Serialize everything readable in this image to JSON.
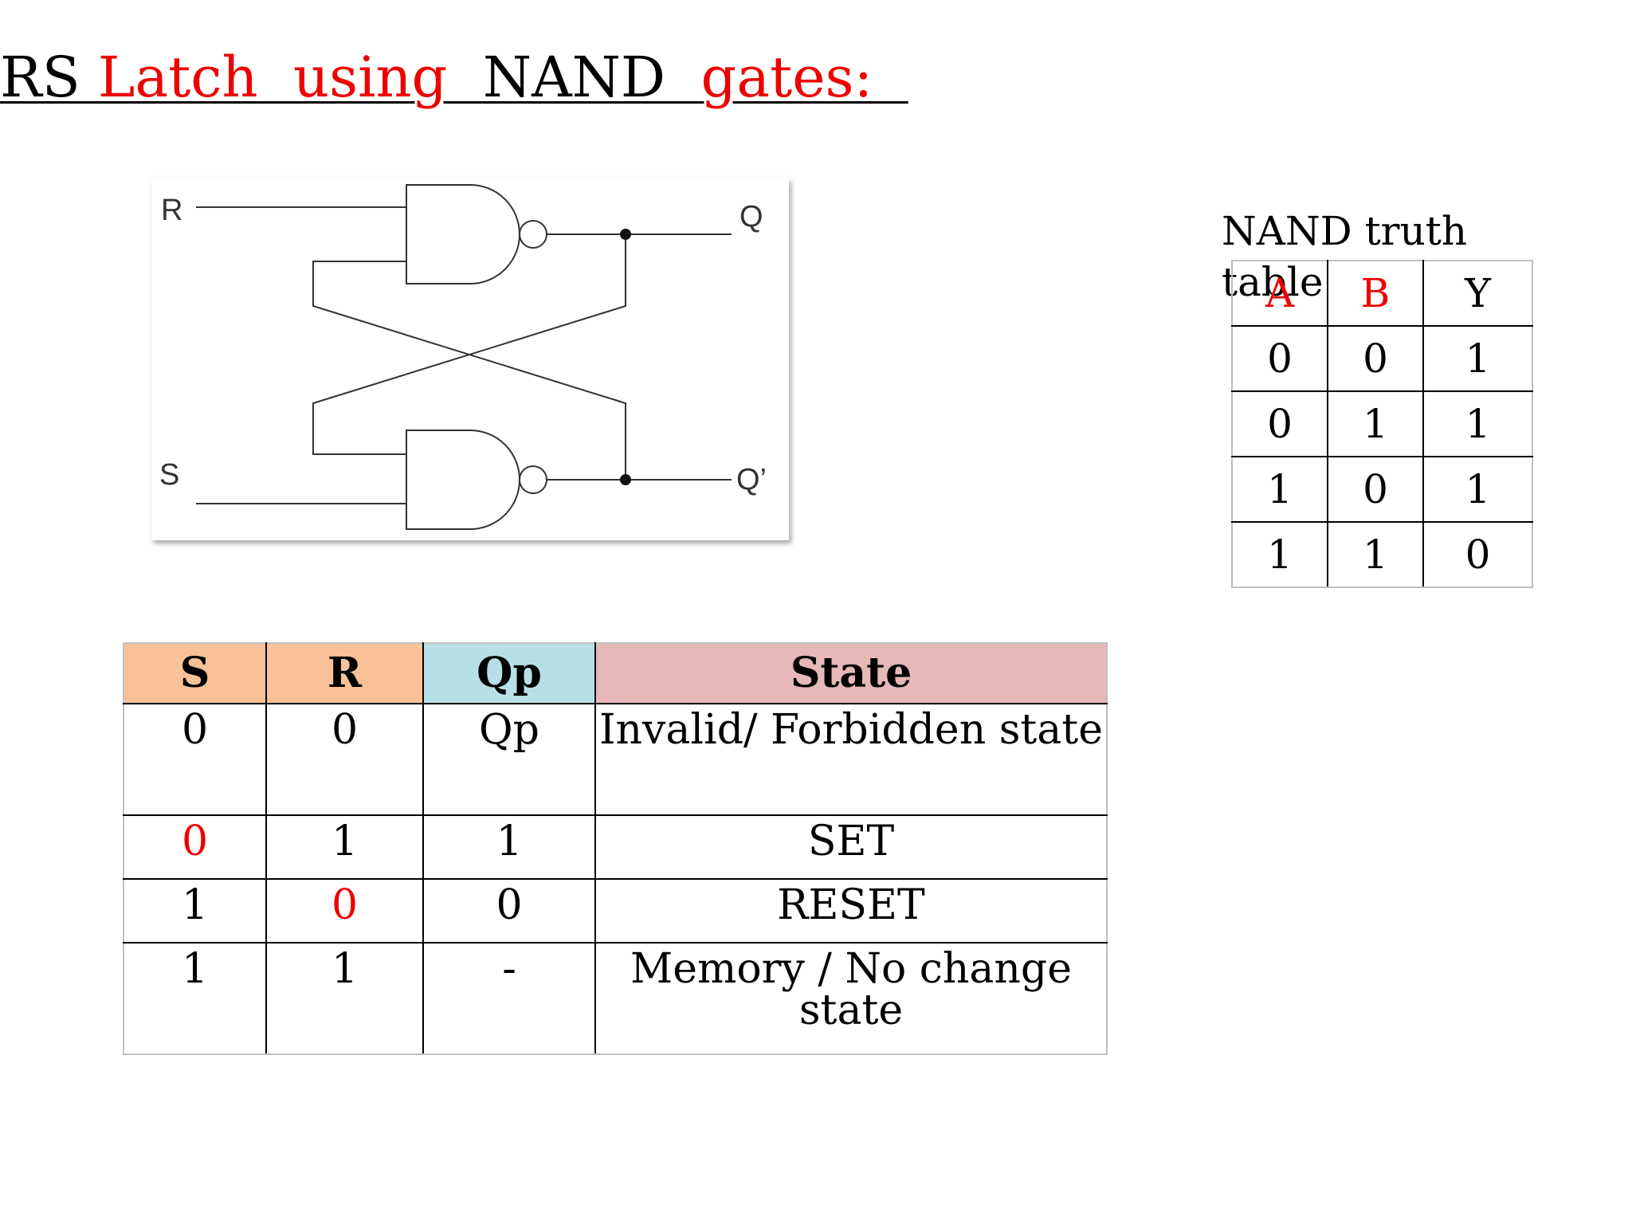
{
  "title": {
    "part1": "RS",
    "part2": " Latch  using  ",
    "part3": "NAND",
    "part4": "  gates:  "
  },
  "circuit": {
    "label_r": "R",
    "label_s": "S",
    "label_q": "Q",
    "label_q_prime": "Q’"
  },
  "nand_table": {
    "caption": "NAND truth table",
    "headers": [
      "A",
      "B",
      "Y"
    ],
    "rows": [
      [
        "0",
        "0",
        "1"
      ],
      [
        "0",
        "1",
        "1"
      ],
      [
        "1",
        "0",
        "1"
      ],
      [
        "1",
        "1",
        "0"
      ]
    ]
  },
  "rs_table": {
    "headers": [
      "S",
      "R",
      "Qp",
      "State"
    ],
    "rows": [
      [
        "0",
        "0",
        "Qp",
        "Invalid/ Forbidden state"
      ],
      [
        "0",
        "1",
        "1",
        "SET"
      ],
      [
        "1",
        "0",
        "0",
        "RESET"
      ],
      [
        "1",
        "1",
        "-",
        "Memory / No change state"
      ]
    ]
  },
  "colors": {
    "accent_red": "#ee0000",
    "header_orange": "#f8c197",
    "header_blue": "#b7dfe6",
    "header_pink": "#e6b8b8"
  }
}
